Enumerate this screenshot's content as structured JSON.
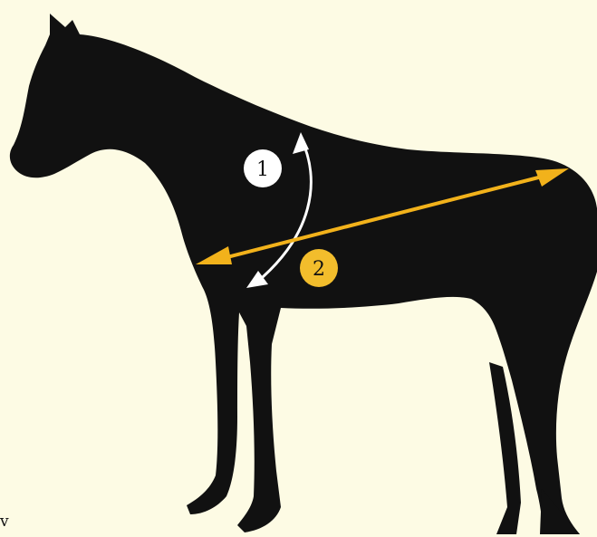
{
  "figure": {
    "background_color": "#fdfbe4",
    "silhouette_color": "#111111",
    "corner_mark": "v"
  },
  "measurements": [
    {
      "label": "1",
      "arrow_color": "#ffffff",
      "badge_fill": "#ffffff",
      "badge_text_color": "#111111"
    },
    {
      "label": "2",
      "arrow_color": "#f2b21b",
      "badge_fill": "#f2bd2c",
      "badge_text_color": "#111111"
    }
  ]
}
